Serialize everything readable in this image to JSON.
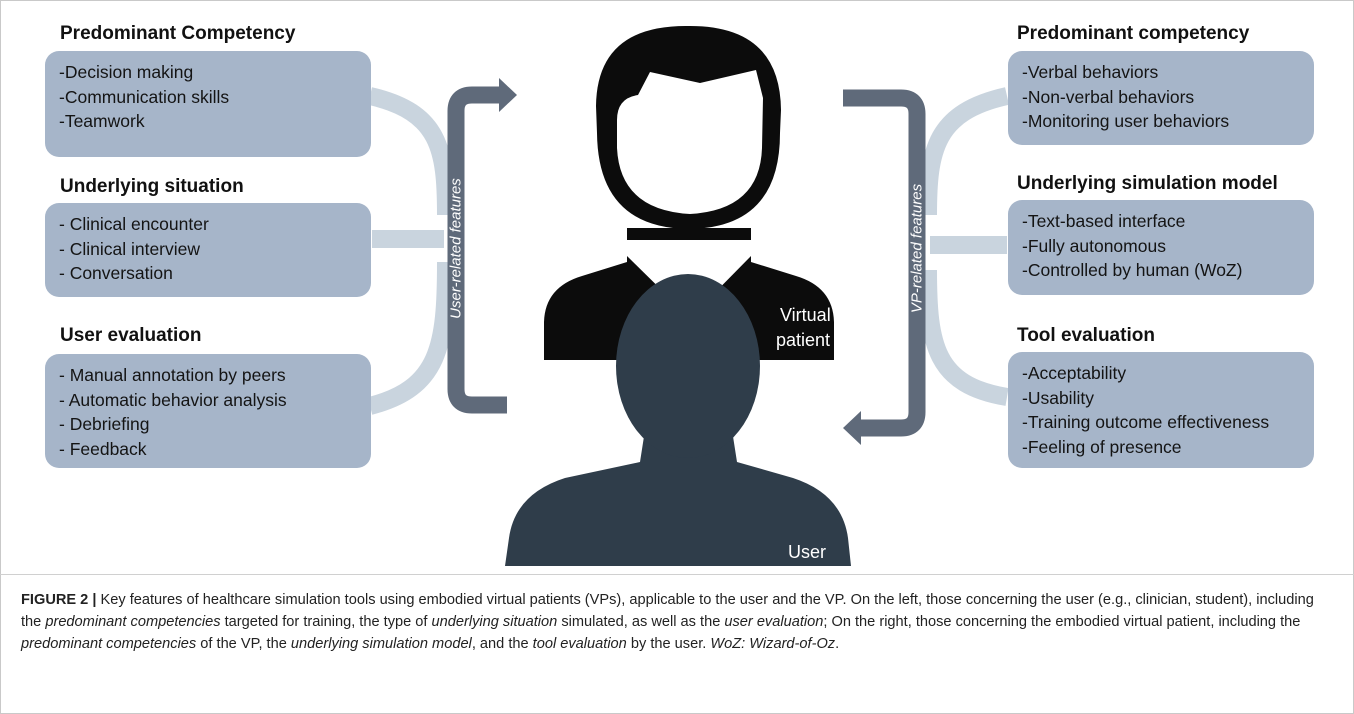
{
  "left": {
    "competency": {
      "title": "Predominant Competency",
      "items": [
        "-Decision making",
        "-Communication skills",
        "-Teamwork"
      ]
    },
    "situation": {
      "title": "Underlying situation",
      "items": [
        "- Clinical encounter",
        "- Clinical interview",
        "- Conversation"
      ]
    },
    "evaluation": {
      "title": "User evaluation",
      "items": [
        "- Manual annotation by peers",
        "- Automatic behavior analysis",
        "- Debriefing",
        "- Feedback"
      ]
    },
    "arrow_label": "User-related features"
  },
  "right": {
    "competency": {
      "title": "Predominant competency",
      "items": [
        "-Verbal behaviors",
        "-Non-verbal behaviors",
        "-Monitoring user behaviors"
      ]
    },
    "model": {
      "title": "Underlying simulation model",
      "items": [
        "-Text-based interface",
        "-Fully autonomous",
        "-Controlled by human (WoZ)"
      ]
    },
    "evaluation": {
      "title": "Tool evaluation",
      "items": [
        "-Acceptability",
        "-Usability",
        "-Training outcome effectiveness",
        "-Feeling of presence"
      ]
    },
    "arrow_label": "VP-related features"
  },
  "figures": {
    "virtual_patient_line1": "Virtual",
    "virtual_patient_line2": "patient",
    "user": "User"
  },
  "caption": {
    "label": "FIGURE 2 |",
    "segments": [
      {
        "text": " Key features of healthcare simulation tools using embodied virtual patients (VPs), applicable to the user and the VP. On the left, those concerning the user (e.g., clinician, student), including the ",
        "italic": false
      },
      {
        "text": "predominant competencies",
        "italic": true
      },
      {
        "text": " targeted for training, the type of ",
        "italic": false
      },
      {
        "text": "underlying situation",
        "italic": true
      },
      {
        "text": " simulated, as well as the ",
        "italic": false
      },
      {
        "text": "user evaluation",
        "italic": true
      },
      {
        "text": "; On the right, those concerning the embodied virtual patient, including the ",
        "italic": false
      },
      {
        "text": "predominant competencies",
        "italic": true
      },
      {
        "text": " of the VP, the ",
        "italic": false
      },
      {
        "text": "underlying simulation model",
        "italic": true
      },
      {
        "text": ", and the ",
        "italic": false
      },
      {
        "text": "tool evaluation",
        "italic": true
      },
      {
        "text": " by the user. ",
        "italic": false
      },
      {
        "text": "WoZ: Wizard-of-Oz",
        "italic": true
      },
      {
        "text": ".",
        "italic": false
      }
    ]
  },
  "colors": {
    "box_fill": "#a6b5c9",
    "connector": "#c9d4de",
    "arrow": "#5f6a7a",
    "virtual_patient": "#0c0c0c",
    "user_silhouette": "#2f3d4a"
  }
}
